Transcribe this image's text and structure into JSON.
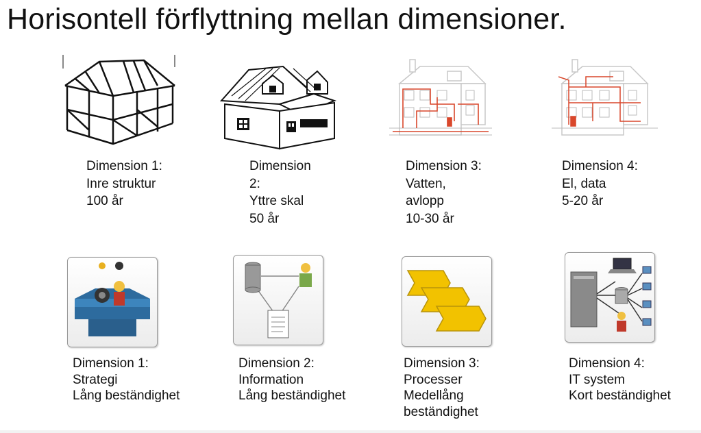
{
  "title": "Horisontell förflyttning mellan dimensioner.",
  "houses": [
    {
      "icon": "house-frame-icon",
      "lines": [
        "Dimension 1:",
        "Inre struktur",
        "100 år"
      ]
    },
    {
      "icon": "house-shell-icon",
      "lines": [
        "Dimension",
        "2:",
        "Yttre skal",
        "50 år"
      ]
    },
    {
      "icon": "house-plumbing-icon",
      "lines": [
        "Dimension 3:",
        "Vatten,",
        "avlopp",
        "10-30 år"
      ]
    },
    {
      "icon": "house-electrical-icon",
      "lines": [
        "Dimension 4:",
        "El, data",
        "5-20 år"
      ]
    }
  ],
  "systems": [
    {
      "icon": "strategy-icon",
      "lines": [
        "Dimension 1:",
        "Strategi",
        "Lång beständighet"
      ]
    },
    {
      "icon": "information-icon",
      "lines": [
        "Dimension 2:",
        "Information",
        "Lång beständighet"
      ]
    },
    {
      "icon": "processes-icon",
      "lines": [
        "Dimension 3:",
        "Processer",
        "Medellång",
        "beständighet"
      ]
    },
    {
      "icon": "it-system-icon",
      "lines": [
        "Dimension 4:",
        "IT system",
        "Kort beständighet"
      ]
    }
  ],
  "colors": {
    "plumbing": "#d9472b",
    "folder": "#f2c200",
    "platform": "#2d6b9e"
  }
}
